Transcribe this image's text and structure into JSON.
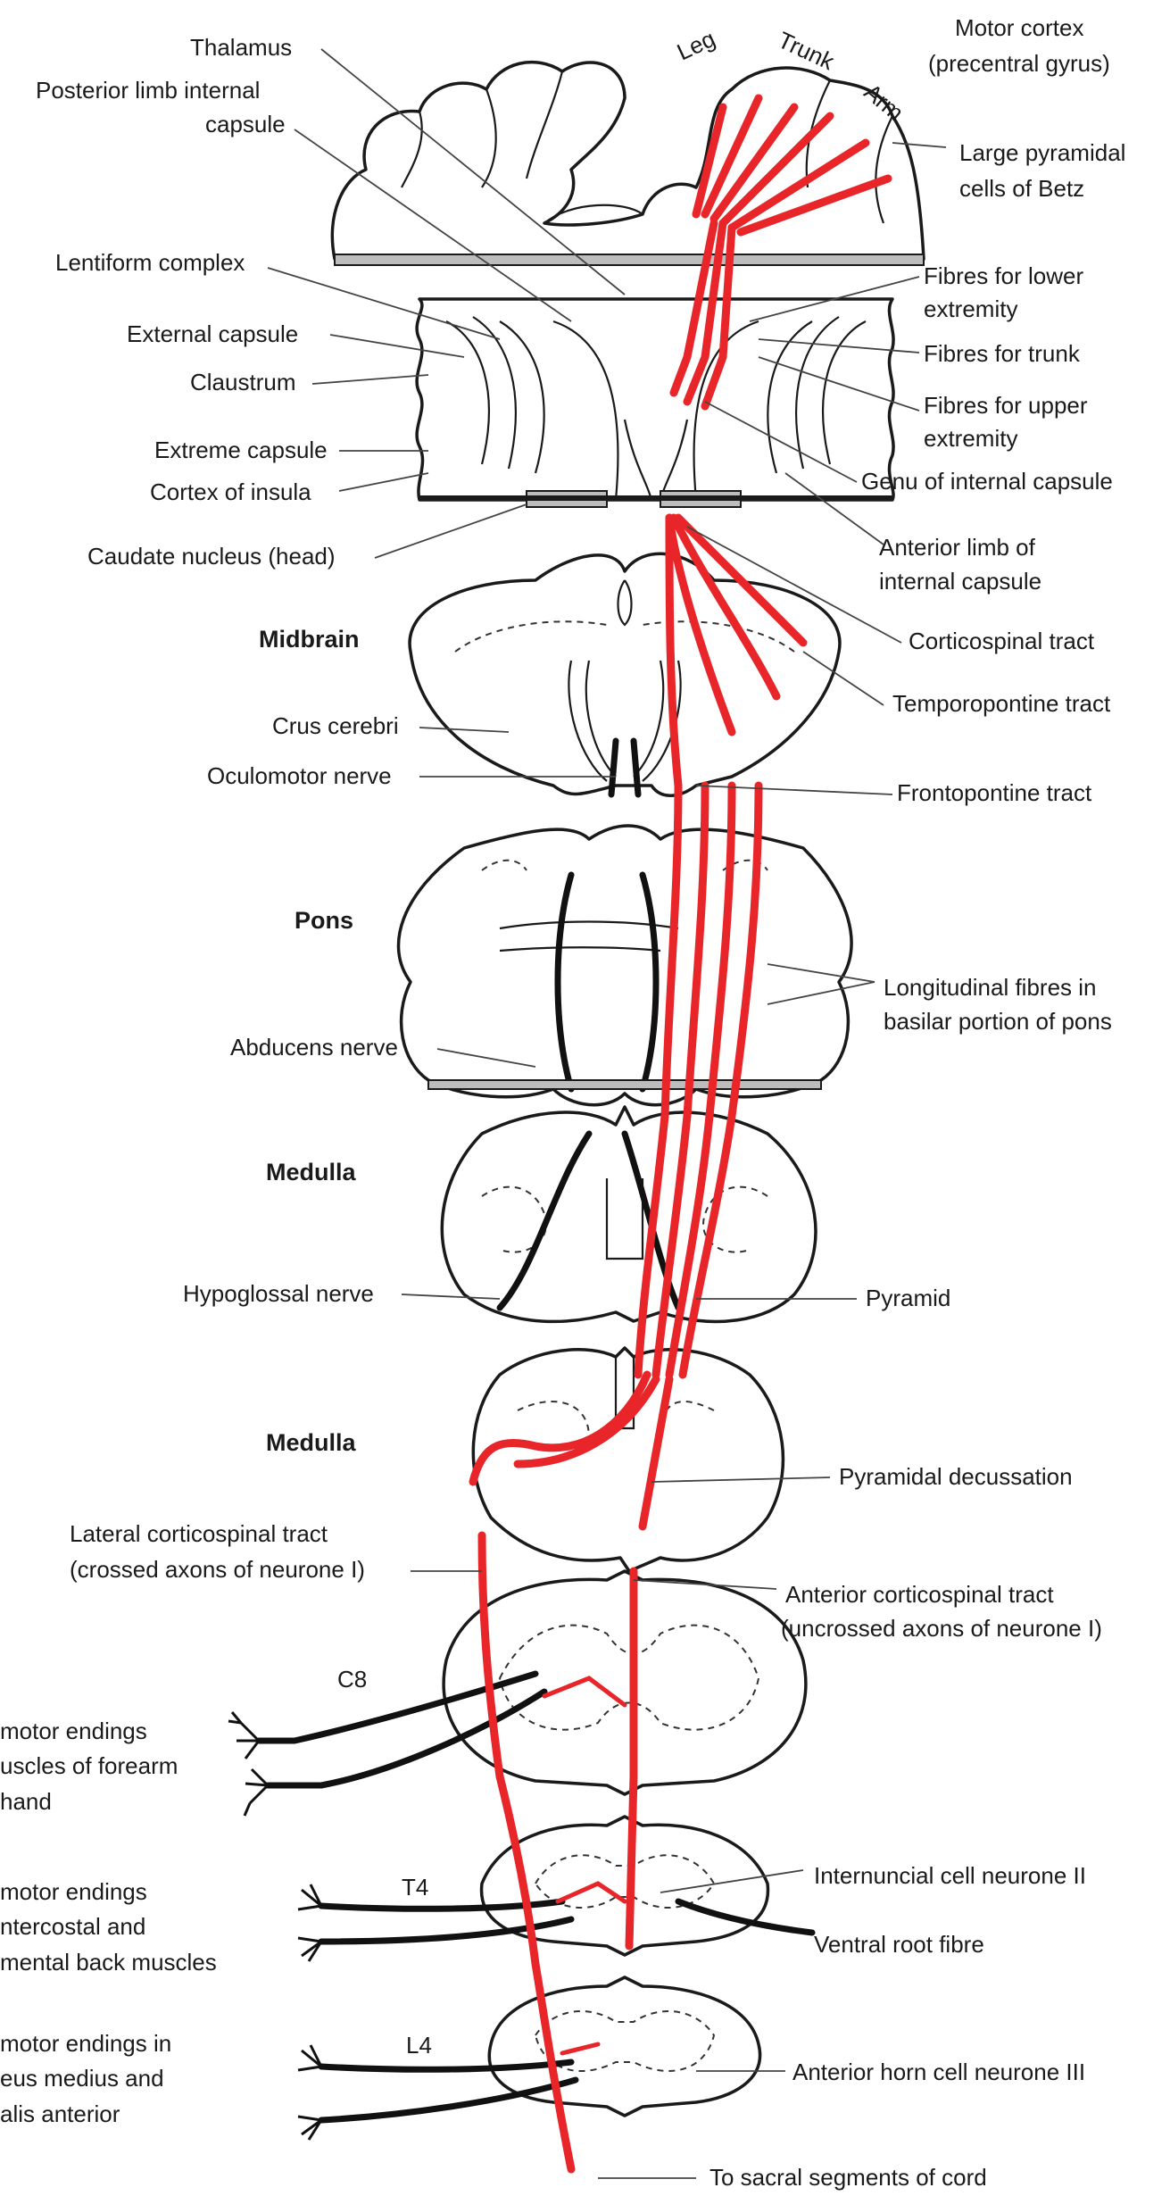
{
  "diagram": {
    "labels": {
      "thalamus": "Thalamus",
      "posterior_limb": [
        "Posterior limb internal",
        "capsule"
      ],
      "lentiform": "Lentiform complex",
      "external_capsule": "External capsule",
      "claustrum": "Claustrum",
      "extreme_capsule": "Extreme capsule",
      "cortex_insula": "Cortex of insula",
      "caudate": "Caudate nucleus (head)",
      "leg": "Leg",
      "trunk": "Trunk",
      "arm": "Arm",
      "motor_cortex": [
        "Motor cortex",
        "(precentral gyrus)"
      ],
      "betz": [
        "Large pyramidal",
        "cells of Betz"
      ],
      "fibres_lower": [
        "Fibres for lower",
        "extremity"
      ],
      "fibres_trunk": "Fibres for trunk",
      "fibres_upper": [
        "Fibres for upper",
        "extremity"
      ],
      "genu": "Genu of internal capsule",
      "anterior_limb": [
        "Anterior limb of",
        "internal capsule"
      ],
      "midbrain": "Midbrain",
      "crus": "Crus cerebri",
      "oculomotor": "Oculomotor nerve",
      "corticospinal": "Corticospinal tract",
      "temporopontine": "Temporopontine tract",
      "frontopontine": "Frontopontine tract",
      "pons": "Pons",
      "abducens": "Abducens nerve",
      "longitudinal": [
        "Longitudinal fibres in",
        "basilar portion of pons"
      ],
      "medulla1": "Medulla",
      "hypoglossal": "Hypoglossal nerve",
      "pyramid": "Pyramid",
      "medulla2": "Medulla",
      "decussation": "Pyramidal decussation",
      "lateral_cst": [
        "Lateral corticospinal tract",
        "(crossed axons of neurone I)"
      ],
      "anterior_cst": [
        "Anterior corticospinal tract",
        "(uncrossed axons of neurone I)"
      ],
      "c8": "C8",
      "motor_forearm": [
        "motor endings",
        "uscles of forearm",
        "hand"
      ],
      "t4": "T4",
      "internuncial": "Internuncial cell neurone II",
      "motor_intercostal": [
        "motor endings",
        "ntercostal and",
        "mental back muscles"
      ],
      "ventral_root": "Ventral root fibre",
      "l4": "L4",
      "motor_gluteus": [
        "motor endings in",
        "eus medius and",
        "alis anterior"
      ],
      "anterior_horn": "Anterior horn cell neurone III",
      "sacral": "To sacral segments of cord"
    },
    "colors": {
      "tract": "#e8262a",
      "ink": "#1a1a1a"
    }
  }
}
